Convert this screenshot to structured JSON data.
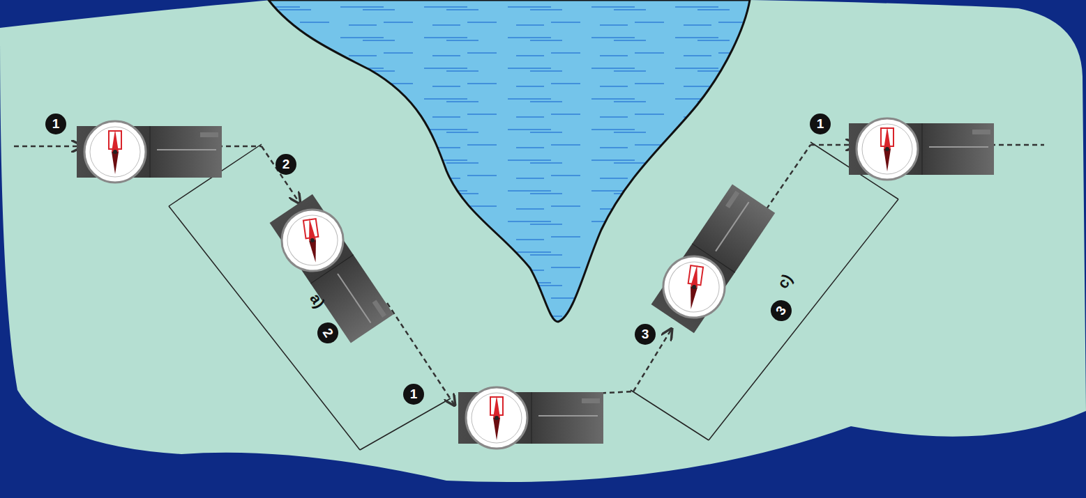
{
  "diagram": {
    "labels": [
      "1",
      "2",
      "1",
      "3",
      "1",
      "a)",
      "2",
      "c)",
      "3"
    ]
  }
}
